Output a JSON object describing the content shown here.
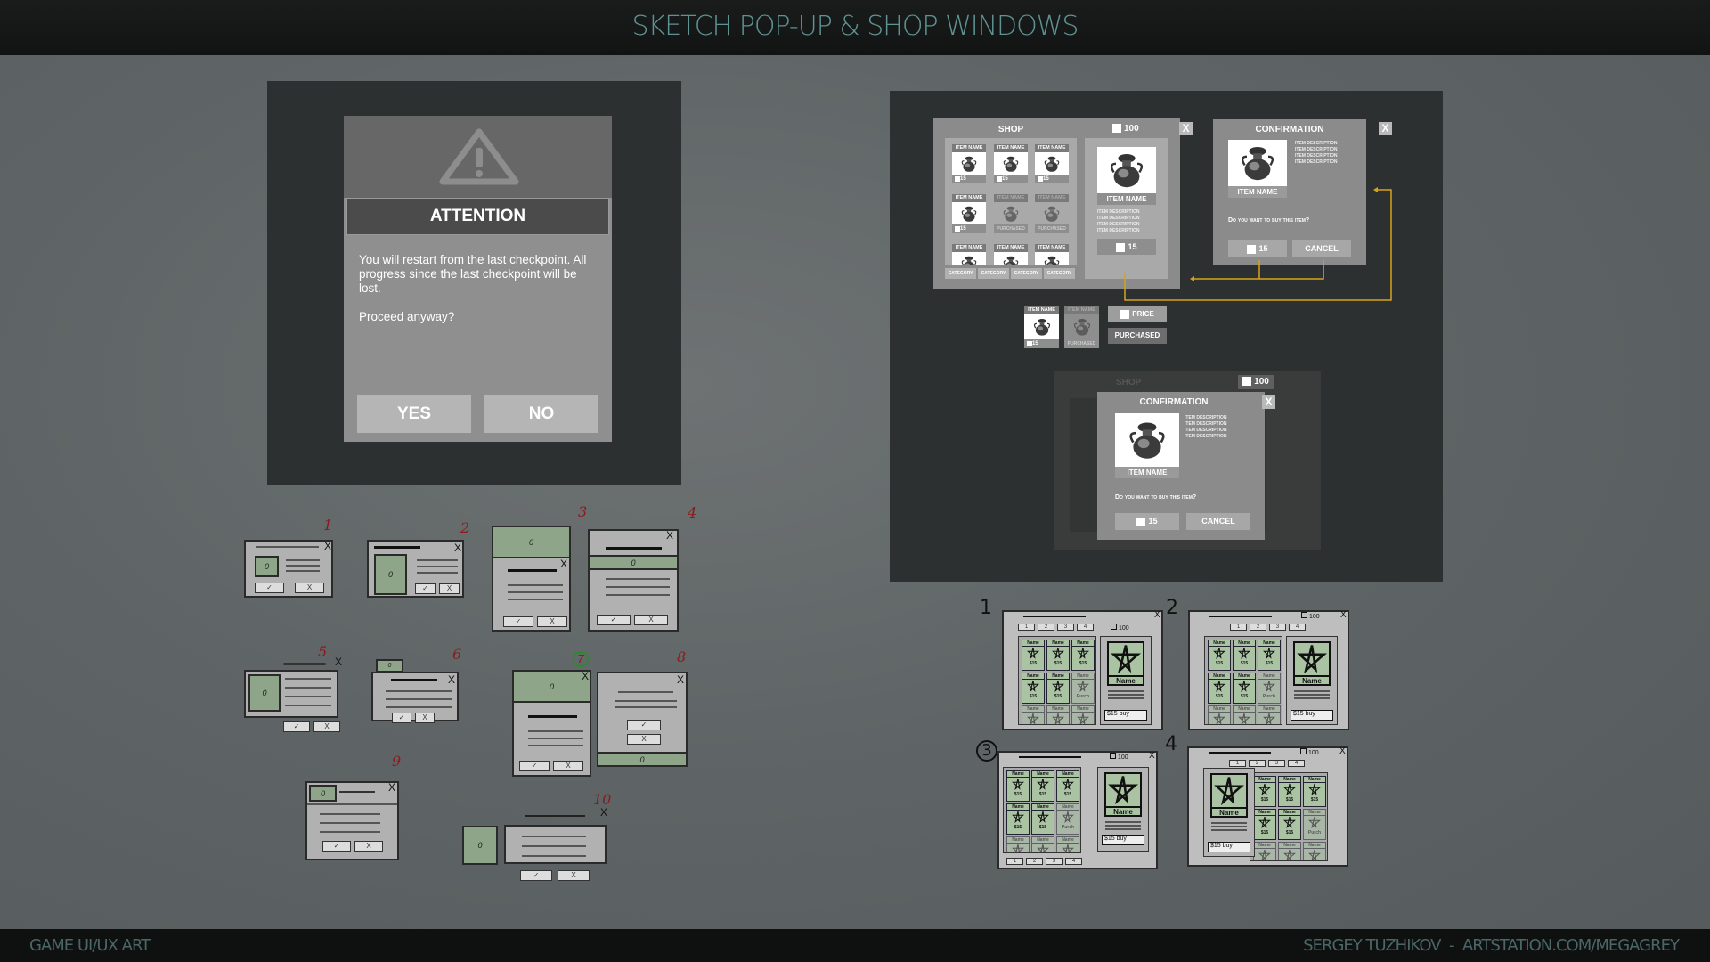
{
  "header": {
    "title": "SKETCH POP-UP & SHOP WINDOWS"
  },
  "footer": {
    "left": "GAME UI/UX ART",
    "right": "SERGEY TUZHIKOV  -  ARTSTATION.COM/MEGAGREY"
  },
  "attention": {
    "icon": "warning-triangle-icon",
    "title": "ATTENTION",
    "message": "You will restart from the last checkpoint. All progress since the last checkpoint will be lost.",
    "question": "Proceed anyway?",
    "yes": "YES",
    "no": "NO"
  },
  "shop": {
    "title": "SHOP",
    "currency": "100",
    "close": "X",
    "items": [
      {
        "name": "ITEM NAME",
        "price": "15",
        "purchased": false
      },
      {
        "name": "ITEM NAME",
        "price": "15",
        "purchased": false
      },
      {
        "name": "ITEM NAME",
        "price": "15",
        "purchased": false
      },
      {
        "name": "ITEM NAME",
        "price": "15",
        "purchased": false
      },
      {
        "name": "ITEM NAME",
        "status": "PURCHASED",
        "purchased": true
      },
      {
        "name": "ITEM NAME",
        "status": "PURCHASED",
        "purchased": true
      },
      {
        "name": "ITEM NAME"
      },
      {
        "name": "ITEM NAME"
      },
      {
        "name": "ITEM NAME"
      }
    ],
    "categories": [
      "CATEGORY",
      "CATEGORY",
      "CATEGORY",
      "CATEGORY"
    ],
    "detail": {
      "name": "ITEM NAME",
      "descriptions": [
        "ITEM DESCRIPTION",
        "ITEM DESCRIPTION",
        "ITEM DESCRIPTION",
        "ITEM DESCRIPTION"
      ],
      "price": "15"
    }
  },
  "confirmation": {
    "title": "CONFIRMATION",
    "close": "X",
    "item_name": "ITEM NAME",
    "descriptions": [
      "ITEM DESCRIPTION",
      "ITEM DESCRIPTION",
      "ITEM DESCRIPTION",
      "ITEM DESCRIPTION"
    ],
    "question": "Do you want to buy this item?",
    "price": "15",
    "cancel": "CANCEL"
  },
  "legend": {
    "card_name": "ITEM NAME",
    "card_price": "15",
    "card_purchased": "PURCHASED",
    "price_button": "PRICE",
    "purchased_button": "PURCHASED"
  },
  "overlay": {
    "shop_title": "SHOP",
    "currency": "100"
  },
  "connector_color": "#d8a21a",
  "popup_sketches": {
    "labels": [
      "1",
      "2",
      "3",
      "4",
      "5",
      "6",
      "7",
      "8",
      "9",
      "10"
    ],
    "icon_text": "0",
    "ok": "✓",
    "cancel": "X"
  },
  "shop_sketches": {
    "labels": [
      "1",
      "2",
      "3",
      "4"
    ],
    "tabs": [
      "1",
      "2",
      "3",
      "4"
    ],
    "currency": "100",
    "item_name": "Name",
    "item_price": "$15",
    "purchased": "Purch",
    "buy": "$15 buy",
    "detail_name": "Name",
    "close": "X"
  }
}
